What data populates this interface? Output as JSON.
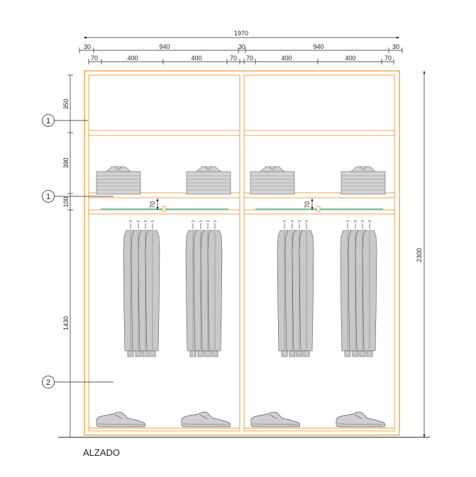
{
  "drawing": {
    "title": "ALZADO",
    "overall_width_label": "1970",
    "overall_height_label": "2300",
    "row2": {
      "side_left": "30",
      "bay_left": "940",
      "middle": "30",
      "bay_right": "940",
      "side_right": "30"
    },
    "row3": {
      "a": "70",
      "b": "400",
      "c": "400",
      "d": "70",
      "e": "70",
      "f": "400",
      "g": "400",
      "h": "70"
    },
    "vertical": {
      "top": "350",
      "upper": "390",
      "shelf": "100",
      "lower": "1430"
    },
    "rod_offset_label": "70",
    "callouts": {
      "top_shelf": "1",
      "middle_shelf": "1",
      "hanging_area": "2"
    }
  }
}
